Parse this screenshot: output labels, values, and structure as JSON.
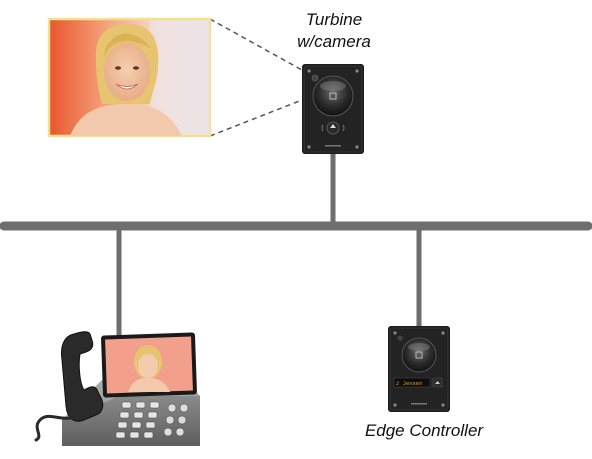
{
  "labels": {
    "turbine_line1": "Turbine",
    "turbine_line2": "w/camera",
    "edge_controller": "Edge Controller"
  },
  "edge_display_text": "2 Jensen",
  "colors": {
    "network_line": "#6e6e6e",
    "photo_frame": "#f3e28a",
    "callout_dash": "#555555",
    "device_body": "#1c1c1c",
    "edge_display": "#f0a020"
  },
  "nodes": [
    {
      "id": "turbine",
      "icon": "door-intercom-camera-icon"
    },
    {
      "id": "edge-controller",
      "icon": "door-intercom-display-icon"
    },
    {
      "id": "video-phone",
      "icon": "video-desk-phone-icon"
    },
    {
      "id": "camera-view",
      "icon": "person-face-photo-icon"
    }
  ],
  "edges": [
    {
      "from": "turbine",
      "to": "network-bus"
    },
    {
      "from": "video-phone",
      "to": "network-bus"
    },
    {
      "from": "edge-controller",
      "to": "network-bus"
    },
    {
      "from": "turbine",
      "to": "camera-view",
      "style": "dashed"
    }
  ]
}
